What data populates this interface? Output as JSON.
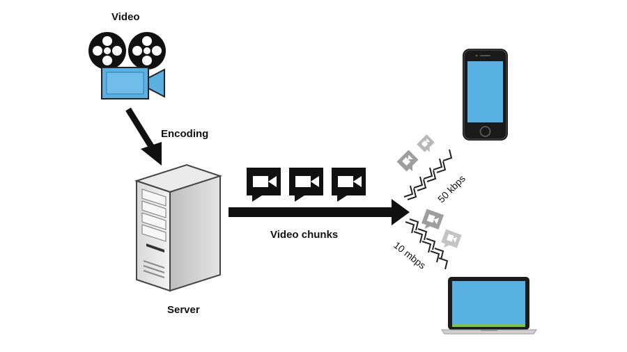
{
  "labels": {
    "video": "Video",
    "encoding": "Encoding",
    "server": "Server",
    "chunks": "Video chunks",
    "rate_low": "50 kbps",
    "rate_high": "10 mbps"
  },
  "colors": {
    "screen_blue": "#58B1E2",
    "camera_blue": "#5BB0E0",
    "dark": "#111111",
    "grey_chunk": "#9E9E9E",
    "laptop_green": "#7CC242"
  }
}
